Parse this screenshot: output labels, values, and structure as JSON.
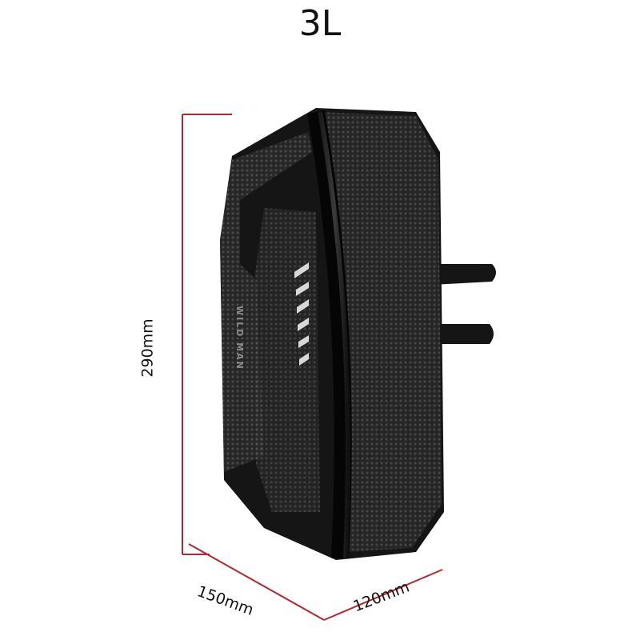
{
  "title": "3L",
  "dimensions": {
    "height": "290mm",
    "width": "150mm",
    "depth": "120mm"
  },
  "product": {
    "logo_text": "WILD MAN"
  },
  "colors": {
    "dimension_line": "#b5262e",
    "bag": "#141414"
  }
}
